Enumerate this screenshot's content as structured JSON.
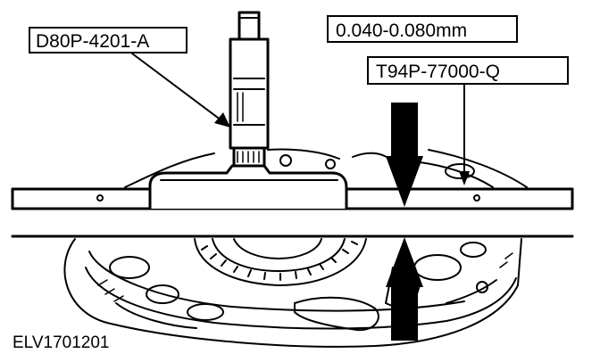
{
  "labels": {
    "tool_part_number": "D80P-4201-A",
    "clearance_spec": "0.040-0.080mm",
    "gauge_part_number": "T94P-77000-Q",
    "figure_id": "ELV1701201"
  },
  "colors": {
    "ink": "#000000",
    "paper": "#ffffff"
  }
}
